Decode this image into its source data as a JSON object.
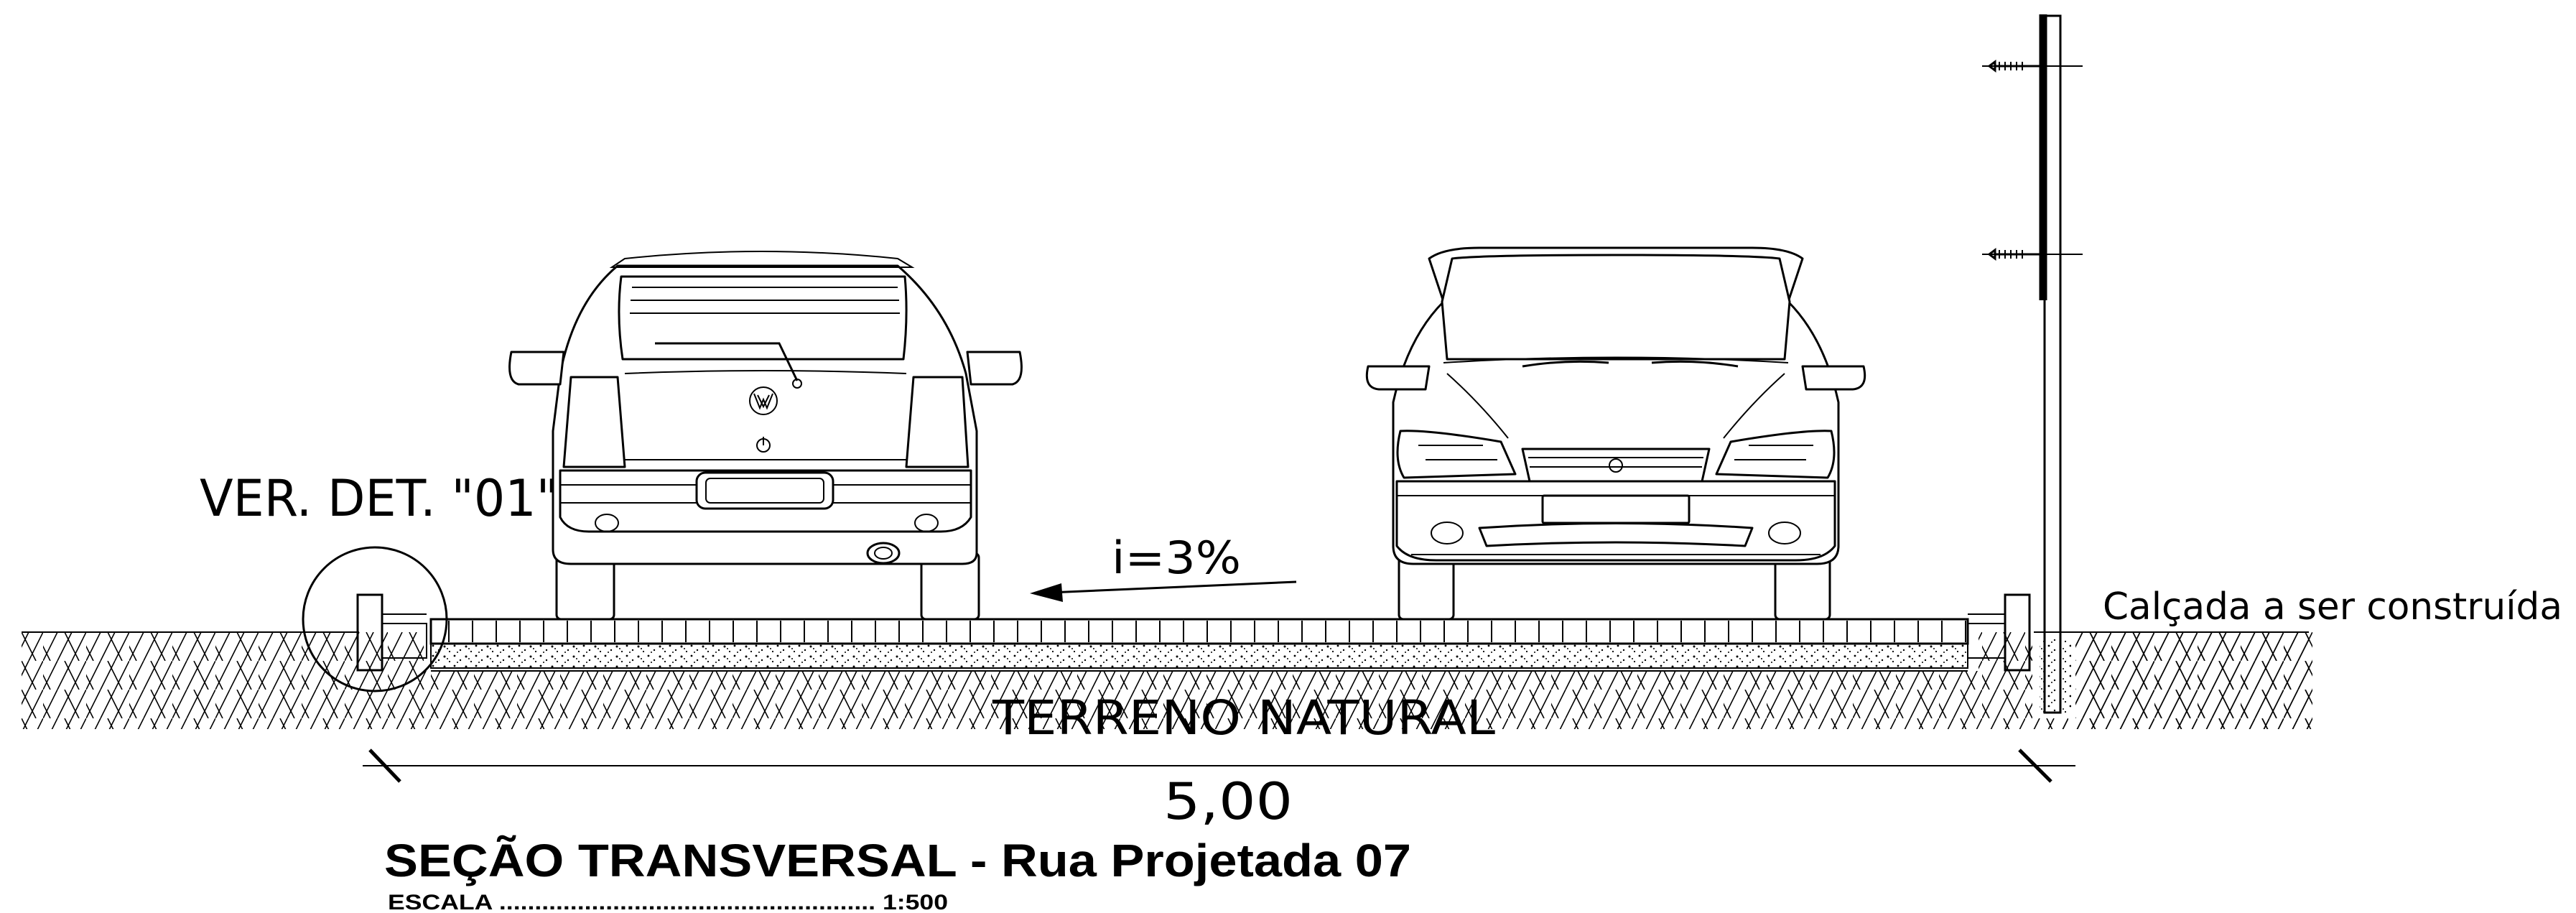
{
  "annotations": {
    "detail_ref": "VER. DET. \"01\"",
    "slope": "i=3%",
    "sidewalk": "Calçada a ser construída",
    "ground": "TERRENO NATURAL",
    "width_dim": "5,00"
  },
  "title_block": {
    "title": "SEÇÃO TRANSVERSAL - Rua Projetada 07",
    "scale_label": "ESCALA ..................................................... 1:500"
  },
  "icons": [
    "volkswagen-logo-icon",
    "section-arrow-icon"
  ]
}
